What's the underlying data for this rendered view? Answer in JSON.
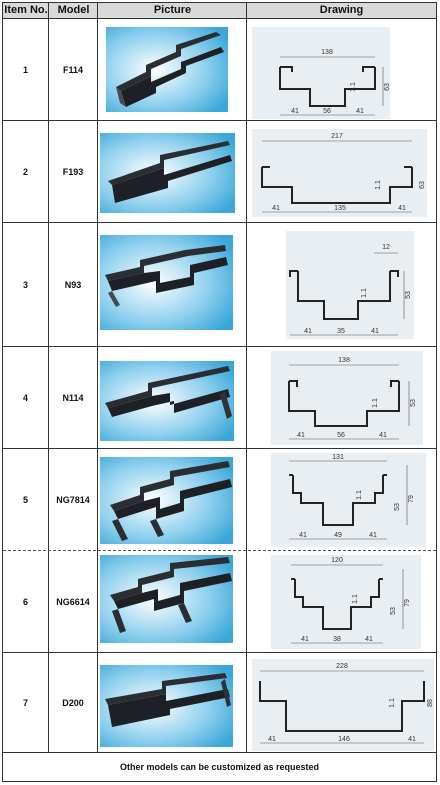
{
  "header": {
    "item_no": "Item No.",
    "model": "Model",
    "picture": "Picture",
    "drawing": "Drawing"
  },
  "rows": [
    {
      "item": "1",
      "model": "F114",
      "dims": {
        "top": "138",
        "height": "63",
        "thk": "1.1",
        "left": "41",
        "mid": "56",
        "right": "41"
      }
    },
    {
      "item": "2",
      "model": "F193",
      "dims": {
        "top": "217",
        "height": "63",
        "thk": "1.1",
        "left": "41",
        "mid": "135",
        "right": "41"
      }
    },
    {
      "item": "3",
      "model": "N93",
      "dims": {
        "top": "12",
        "height": "53",
        "thk": "1.1",
        "left": "41",
        "mid": "35",
        "right": "41"
      }
    },
    {
      "item": "4",
      "model": "N114",
      "dims": {
        "top": "138",
        "height": "53",
        "thk": "1.1",
        "left": "41",
        "mid": "56",
        "right": "41"
      }
    },
    {
      "item": "5",
      "model": "NG7814",
      "dims": {
        "top": "131",
        "height": "79",
        "height2": "53",
        "thk": "1.1",
        "left": "41",
        "mid": "49",
        "right": "41"
      }
    },
    {
      "item": "6",
      "model": "NG6614",
      "dims": {
        "top": "120",
        "height": "79",
        "height2": "53",
        "thk": "1.1",
        "left": "41",
        "mid": "38",
        "right": "41"
      }
    },
    {
      "item": "7",
      "model": "D200",
      "dims": {
        "top": "228",
        "height": "88",
        "thk": "1.1",
        "left": "41",
        "mid": "146",
        "right": "41"
      }
    }
  ],
  "footer": "Other models can be customized as requested",
  "colors": {
    "header_bg": "#d9d9d9",
    "drawing_bg": "#e9eef3",
    "photo_bg": "#4fb3e0"
  }
}
